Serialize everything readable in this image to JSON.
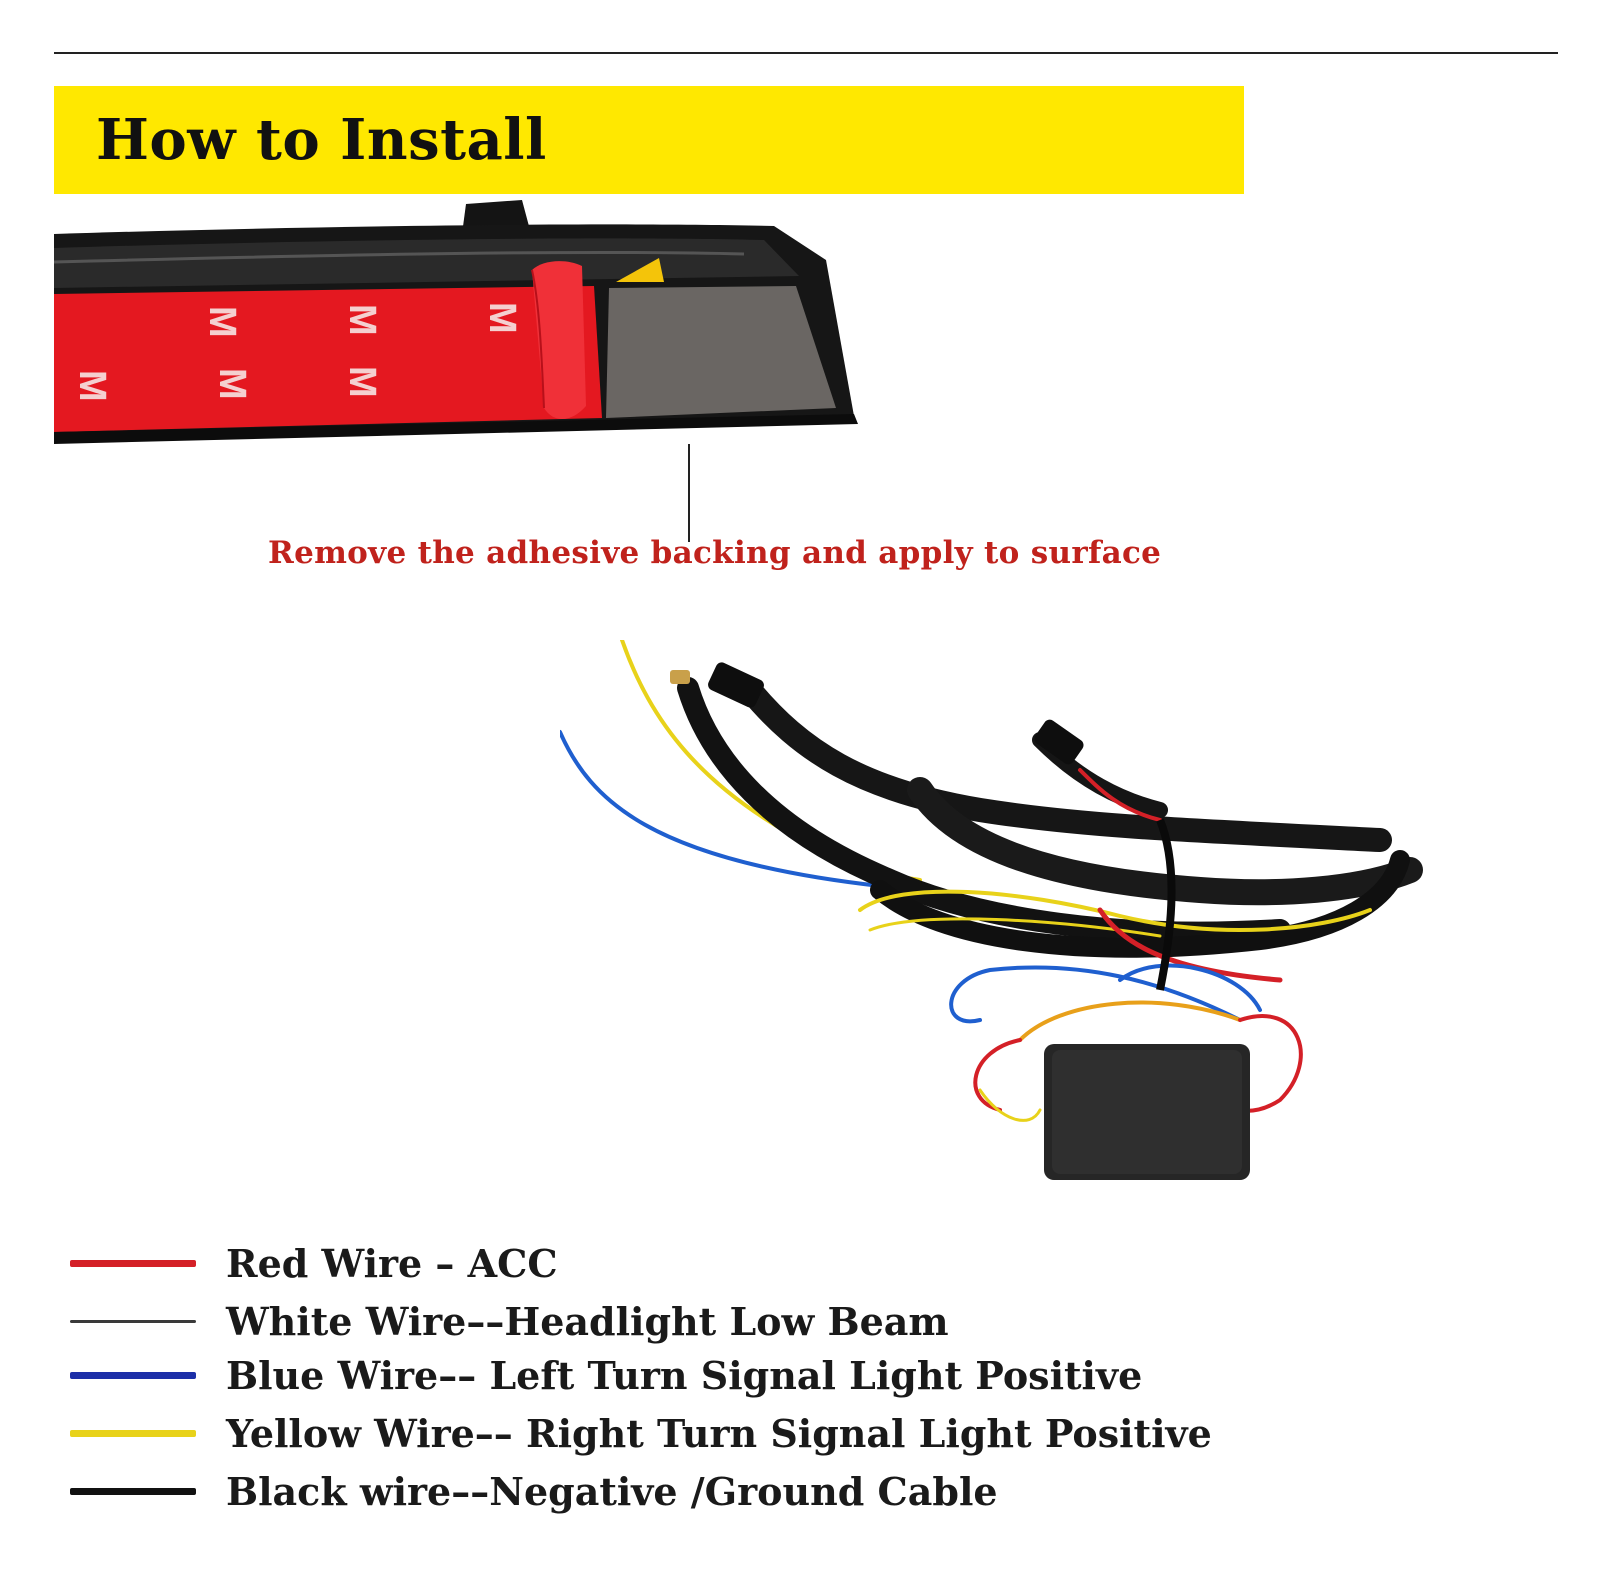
{
  "header": {
    "title": "How to Install"
  },
  "colors": {
    "banner": "#ffe800",
    "tape": "#e41820",
    "foam": "#6a6663",
    "callout": "#c0221c"
  },
  "strip": {
    "tape_marks": [
      "M",
      "M",
      "M",
      "M",
      "M",
      "M"
    ]
  },
  "callout": {
    "text": "Remove the adhesive backing and apply to surface"
  },
  "legend": {
    "items": [
      {
        "label": "Red Wire – ACC",
        "color": "#d42027"
      },
      {
        "label": "White Wire––Headlight Low Beam",
        "color": "#3a3a3a"
      },
      {
        "label": "Blue Wire–– Left Turn Signal Light Positive",
        "color": "#1c2fa8"
      },
      {
        "label": "Yellow Wire–– Right Turn Signal Light Positive",
        "color": "#e8d21a"
      },
      {
        "label": "Black wire––Negative /Ground Cable",
        "color": "#111111"
      }
    ]
  }
}
